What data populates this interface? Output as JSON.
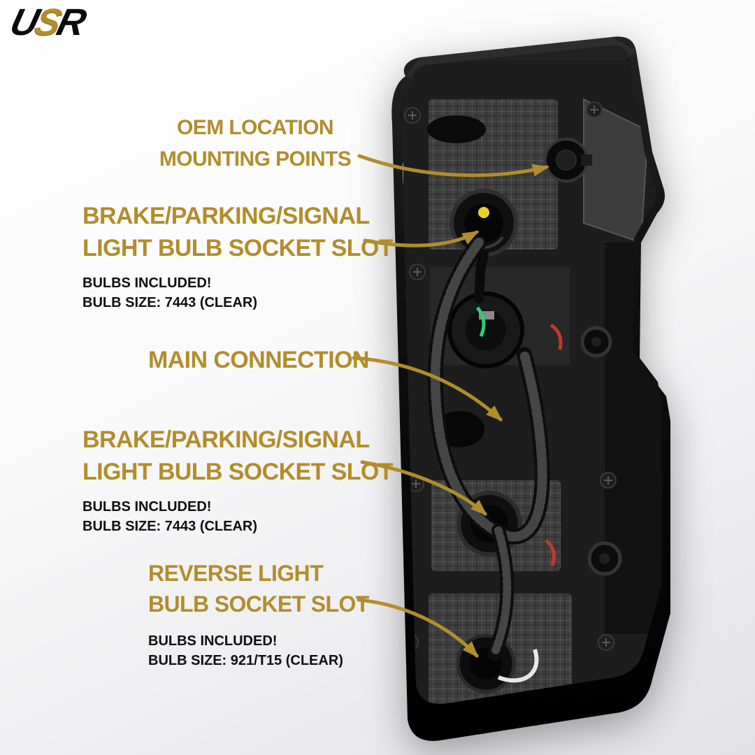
{
  "accent_color": "#b28d2b",
  "page": {
    "background_top": "#ffffff",
    "background_bottom": "#e2e2e6",
    "description": "Annotated rear view of smoked tail light assembly"
  },
  "logo": {
    "letters": [
      "U",
      "S",
      "R"
    ]
  },
  "callouts": {
    "oem": {
      "line1": "OEM LOCATION",
      "line2": "MOUNTING POINTS"
    },
    "brake_top": {
      "line1": "BRAKE/PARKING/SIGNAL",
      "line2": "LIGHT BULB SOCKET SLOT",
      "sub1": "BULBS INCLUDED!",
      "sub2": "BULB SIZE: 7443 (CLEAR)"
    },
    "main_connection": {
      "line1": "MAIN CONNECTION"
    },
    "brake_bottom": {
      "line1": "BRAKE/PARKING/SIGNAL",
      "line2": "LIGHT BULB SOCKET SLOT",
      "sub1": "BULBS INCLUDED!",
      "sub2": "BULB SIZE: 7443 (CLEAR)"
    },
    "reverse": {
      "line1": "REVERSE LIGHT",
      "line2": "BULB SOCKET SLOT",
      "sub1": "BULBS INCLUDED!",
      "sub2": "BULB SIZE: 921/T15 (CLEAR)"
    }
  }
}
